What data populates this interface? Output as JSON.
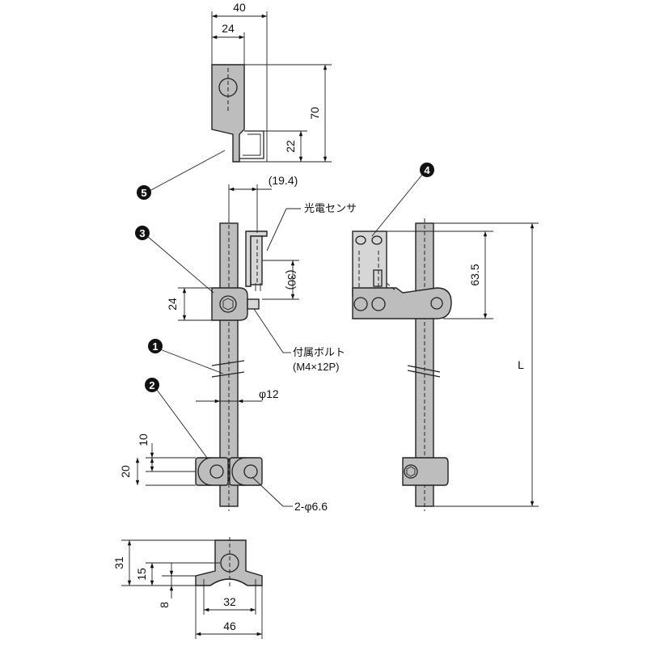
{
  "dimensions": {
    "top_width_40": "40",
    "top_width_24": "24",
    "top_height_70": "70",
    "top_height_22": "22",
    "offset_19_4": "(19.4)",
    "sensor_30": "(30)",
    "clamp_24": "24",
    "rod_dia": "φ12",
    "base_10": "10",
    "base_20": "20",
    "holes": "2-φ6.6",
    "front_31": "31",
    "front_15": "15",
    "front_8": "8",
    "front_32": "32",
    "front_46": "46",
    "side_63_5": "63.5",
    "side_L": "L"
  },
  "labels": {
    "sensor": "光電センサ",
    "bolt_line1": "付属ボルト",
    "bolt_line2": "(M4×12P)"
  },
  "callouts": [
    "1",
    "2",
    "3",
    "4",
    "5"
  ]
}
